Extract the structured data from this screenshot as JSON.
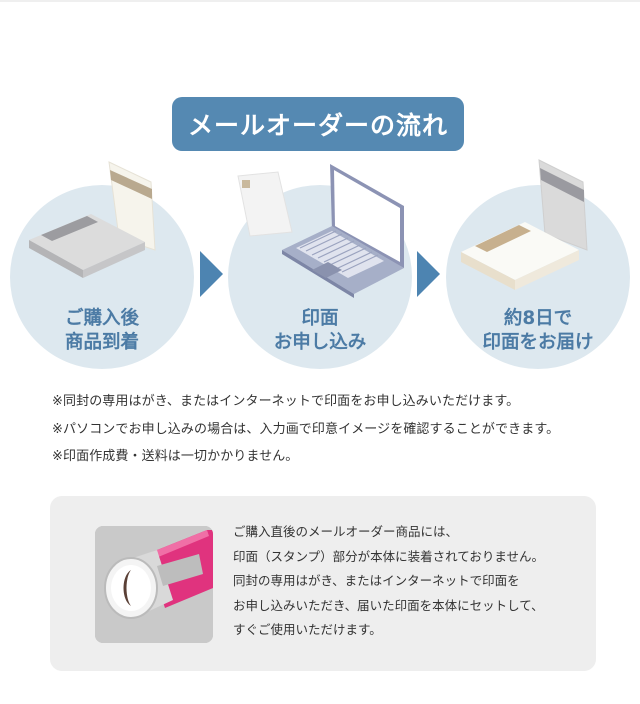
{
  "title": "メールオーダーの流れ",
  "colors": {
    "title_bg": "#5589b2",
    "step_circle": "#dde8ef",
    "step_text": "#4c7ba5",
    "arrow": "#4d84b1",
    "infobox_bg": "#eeeeee",
    "pen_pink": "#e0337e"
  },
  "steps": [
    {
      "line1": "ご購入後",
      "line2": "商品到着",
      "illustration": "package-and-envelope-icon"
    },
    {
      "line1": "印面",
      "line2": "お申し込み",
      "illustration": "laptop-and-postcard-icon"
    },
    {
      "line1": "約8日で",
      "line2": "印面をお届け",
      "illustration": "delivered-package-icon"
    }
  ],
  "notes": [
    "※同封の専用はがき、またはインターネットで印面をお申し込みいただけます。",
    "※パソコンでお申し込みの場合は、入力画で印意イメージを確認することができます。",
    "※印面作成費・送料は一切かかりません。"
  ],
  "info": {
    "image": "stamp-pen-without-face-icon",
    "lines": [
      "ご購入直後のメールオーダー商品には、",
      "印面（スタンプ）部分が本体に装着されておりません。",
      "同封の専用はがき、またはインターネットで印面を",
      "お申し込みいただき、届いた印面を本体にセットして、",
      "すぐご使用いただけます。"
    ]
  }
}
